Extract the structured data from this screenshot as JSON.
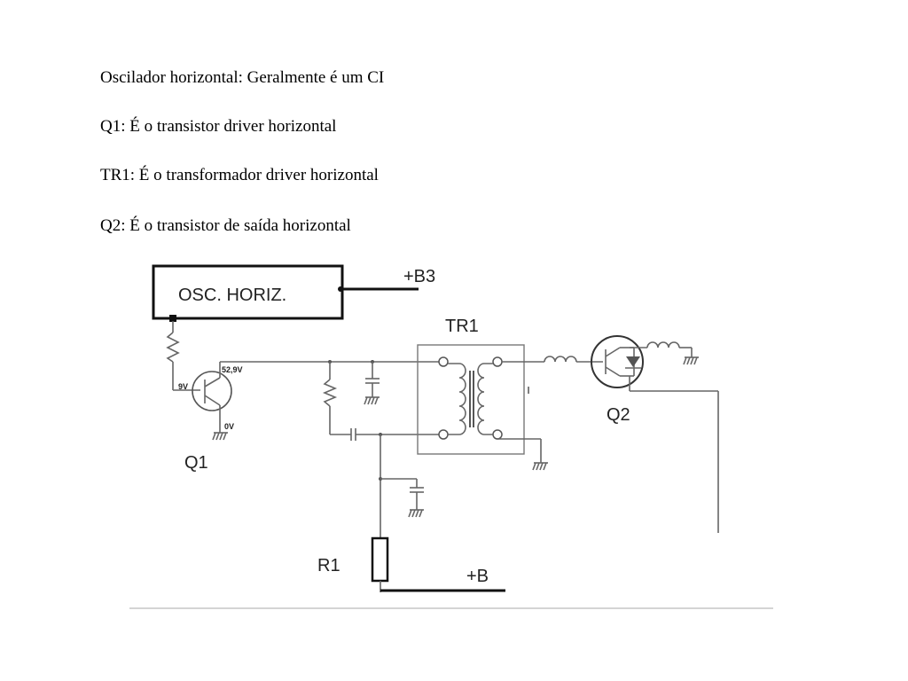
{
  "descriptions": [
    "Oscilador horizontal: Geralmente é um CI",
    "Q1: É o transistor driver horizontal",
    "TR1: É o transformador driver horizontal",
    "Q2: É o transistor de saída horizontal"
  ],
  "schematic": {
    "osc_block": "OSC. HORIZ.",
    "b3": "+B3",
    "tr1": "TR1",
    "q1": "Q1",
    "q2": "Q2",
    "r1": "R1",
    "b": "+B",
    "v_collector": "52,9V",
    "v_base": "9V",
    "v_emitter": "0V"
  }
}
